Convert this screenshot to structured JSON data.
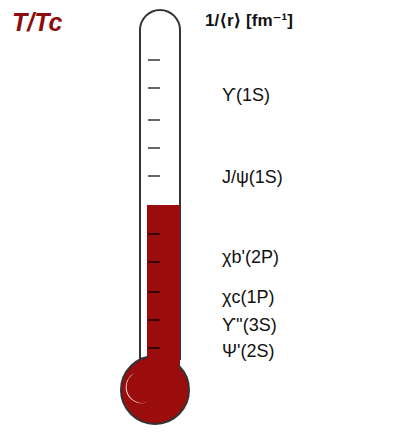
{
  "diagram": {
    "labels": [
      "T/Tc",
      "1/⟨r⟩ [fm⁻¹]",
      "ϒ(1S)",
      "J/ψ(1S)",
      "χb'(2P)",
      "χc(1P)",
      "ϒ''(3S)",
      "Ψ'(2S)"
    ]
  }
}
